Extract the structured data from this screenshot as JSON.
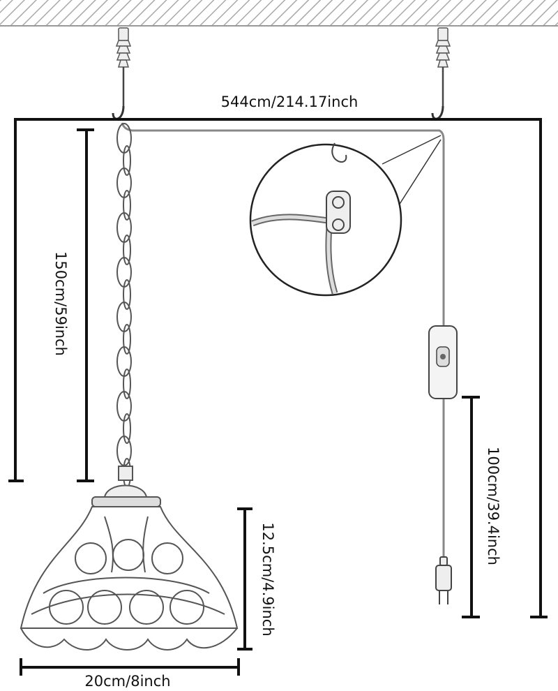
{
  "dimensions": {
    "total_width": "544cm/214.17inch",
    "chain_length": "150cm/59inch",
    "shade_height": "12.5cm/4.9inch",
    "shade_diameter": "20cm/8inch",
    "cord_to_plug": "100cm/39.4inch"
  },
  "icons": {
    "anchors": "wall-anchor-icon",
    "hooks": "swag-hook-icon",
    "switch": "inline-switch-icon",
    "plug": "two-prong-plug-icon"
  },
  "colors": {
    "line": "#111111",
    "sketch": "#555555",
    "cord": "#8a8a8a",
    "ceiling_hatch": "#a8a8a8"
  }
}
